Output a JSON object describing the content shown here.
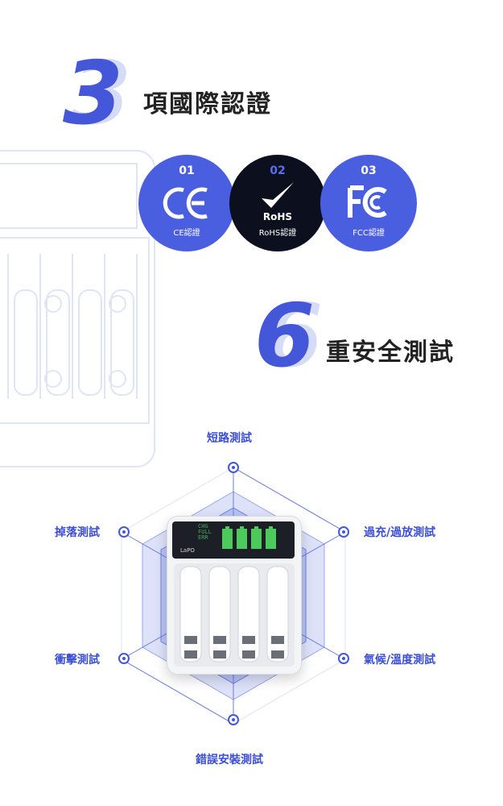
{
  "cert_section": {
    "number": "3",
    "title": "項國際認證",
    "certs": [
      {
        "num": "01",
        "mark": "CE",
        "label": "CE認證",
        "bg": "#4a5fe0",
        "num_color": "#ffffff"
      },
      {
        "num": "02",
        "mark": "RoHS",
        "label": "RoHS認證",
        "bg": "#0b0f1e",
        "num_color": "#5a6cf0"
      },
      {
        "num": "03",
        "mark": "FC",
        "label": "FCC認證",
        "bg": "#4a5fe0",
        "num_color": "#ffffff"
      }
    ]
  },
  "test_section": {
    "number": "6",
    "title": "重安全測試",
    "tests": {
      "top": "短路測試",
      "upper_left": "掉落測試",
      "upper_right": "過充/過放測試",
      "lower_left": "衝擊測試",
      "lower_right": "氣候/溫度測試",
      "bottom": "錯誤安裝測試"
    }
  },
  "charger": {
    "brand": "LaPO",
    "display_lines": [
      "CHG",
      "FULL",
      "ERR"
    ]
  },
  "colors": {
    "accent": "#4457d9",
    "accent_light": "#c8cff6",
    "text": "#222222"
  }
}
